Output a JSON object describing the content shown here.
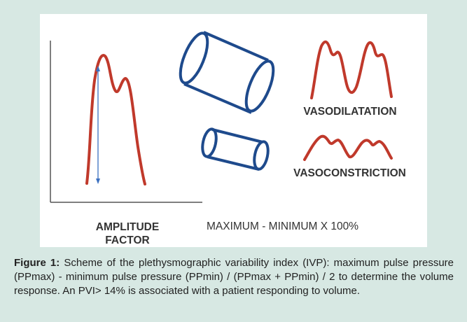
{
  "diagram": {
    "label_vasodilatation": "VASODILATATION",
    "label_vasoconstriction": "VASOCONSTRICTION",
    "label_amplitude": "AMPLITUDE",
    "label_factor": "FACTOR",
    "formula": "MAXIMUM - MINIMUM X 100%",
    "colors": {
      "waveform": "#c0392b",
      "cylinder": "#1e4a8c",
      "arrow": "#3a6fc0",
      "axes": "#555555"
    }
  },
  "caption": {
    "figure_label": "Figure 1:",
    "text": " Scheme of the plethysmographic variability index (IVP): maximum pulse pressure (PPmax) - minimum pulse pressure (PPmin) / (PPmax + PPmin) / 2 to determine the volume response. An PVI> 14% is associated with a patient responding to volume."
  }
}
